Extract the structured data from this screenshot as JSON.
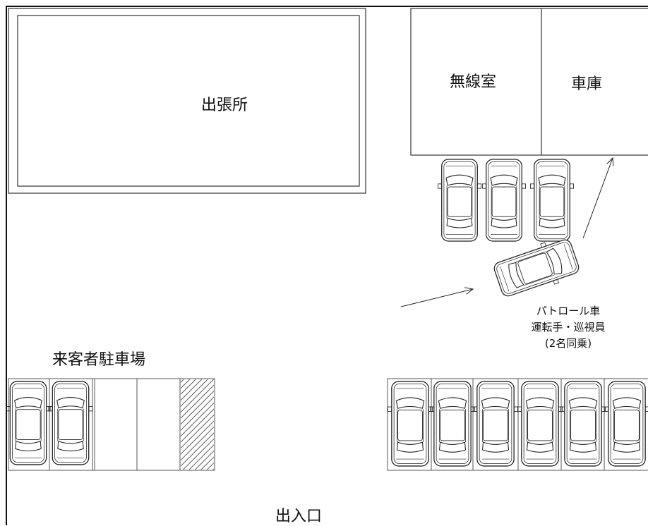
{
  "labels": {
    "branch_office": "出張所",
    "radio_room": "無線室",
    "garage": "車庫",
    "visitor_parking": "来客者駐車場",
    "entrance": "出入口",
    "patrol_car_line1": "パトロール車",
    "patrol_car_line2": "運転手・巡視員",
    "patrol_car_line3": "(2名同乗)"
  },
  "parking": {
    "top_row_cars": 3,
    "visitor_row_cars": 2,
    "visitor_row_empty_spaces": 2,
    "visitor_row_hatched_spaces": 1,
    "bottom_right_cars": 6
  },
  "colors": {
    "ink": "#222222",
    "background": "#ffffff"
  }
}
